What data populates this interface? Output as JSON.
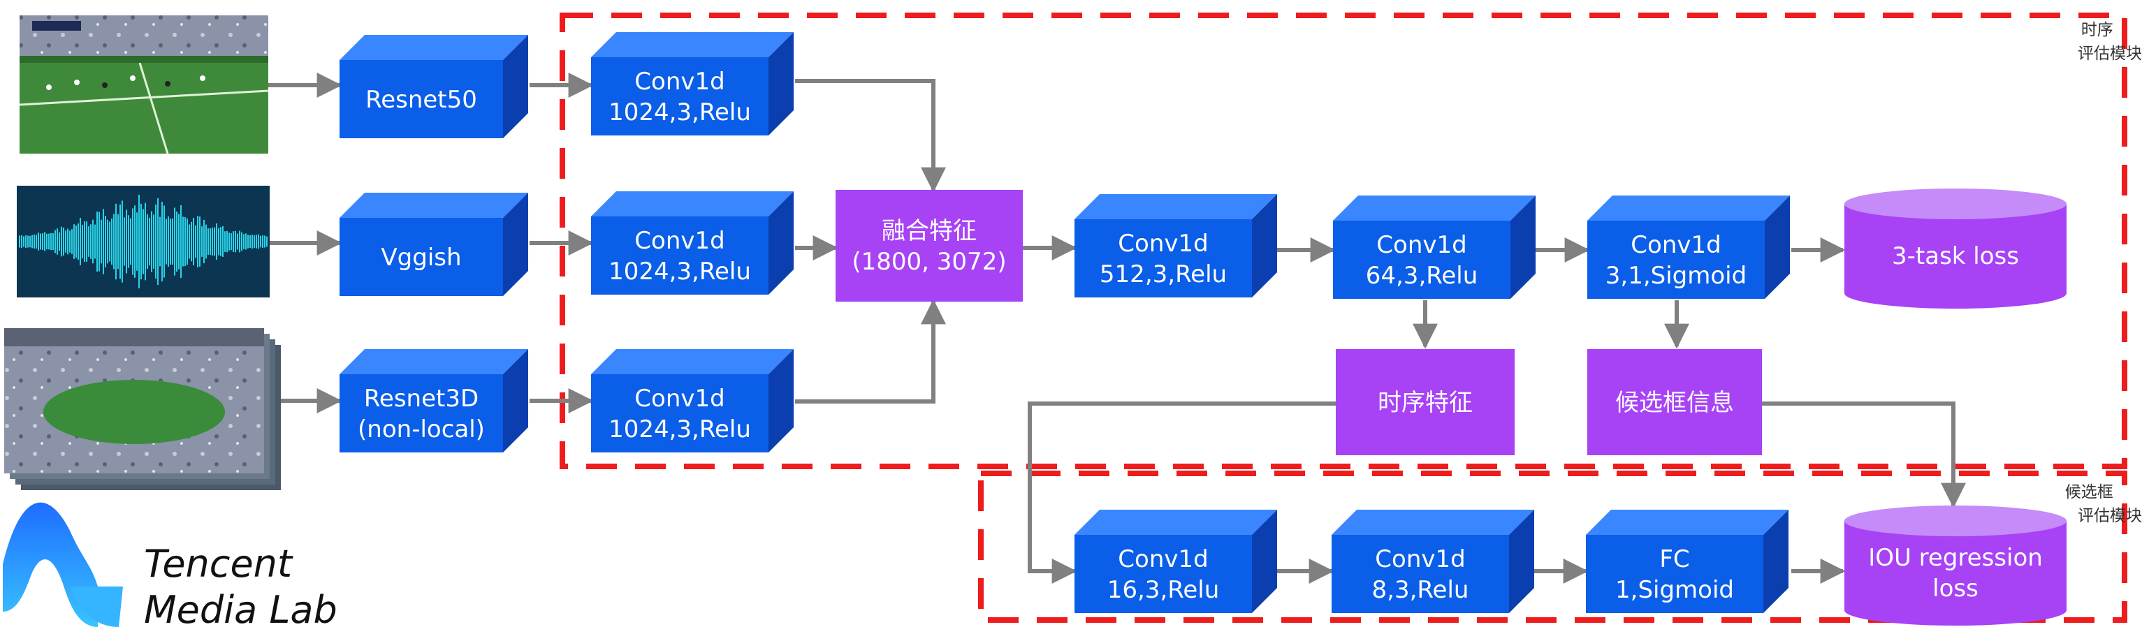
{
  "colors": {
    "blue": "#0a5ee8",
    "blue_top": "#3a86ff",
    "blue_side": "#0b3fb0",
    "purple": "#a742f5",
    "arrow": "#808080",
    "dash": "#ee1c1c"
  },
  "modules": {
    "temporal": [
      "时序",
      "评估模块"
    ],
    "proposal": [
      "候选框",
      "评估模块"
    ]
  },
  "features": {
    "resnet50": [
      "Resnet50"
    ],
    "vggish": [
      "Vggish"
    ],
    "resnet3d": [
      "Resnet3D",
      "(non-local)"
    ]
  },
  "conv_top": [
    "Conv1d",
    "1024,3,Relu"
  ],
  "conv_mid": [
    "Conv1d",
    "1024,3,Relu"
  ],
  "conv_bot": [
    "Conv1d",
    "1024,3,Relu"
  ],
  "fusion": [
    "融合特征",
    "(1800, 3072)"
  ],
  "c512": [
    "Conv1d",
    "512,3,Relu"
  ],
  "c64": [
    "Conv1d",
    "64,3,Relu"
  ],
  "c3": [
    "Conv1d",
    "3,1,Sigmoid"
  ],
  "loss3": [
    "3-task loss"
  ],
  "seq_feat": [
    "时序特征"
  ],
  "proposal_info": [
    "候选框信息"
  ],
  "c16": [
    "Conv1d",
    "16,3,Relu"
  ],
  "c8": [
    "Conv1d",
    "8,3,Relu"
  ],
  "fc": [
    "FC",
    "1,Sigmoid"
  ],
  "iou_loss": [
    "IOU regression",
    "loss"
  ],
  "logo": [
    "Tencent",
    "Media Lab"
  ]
}
